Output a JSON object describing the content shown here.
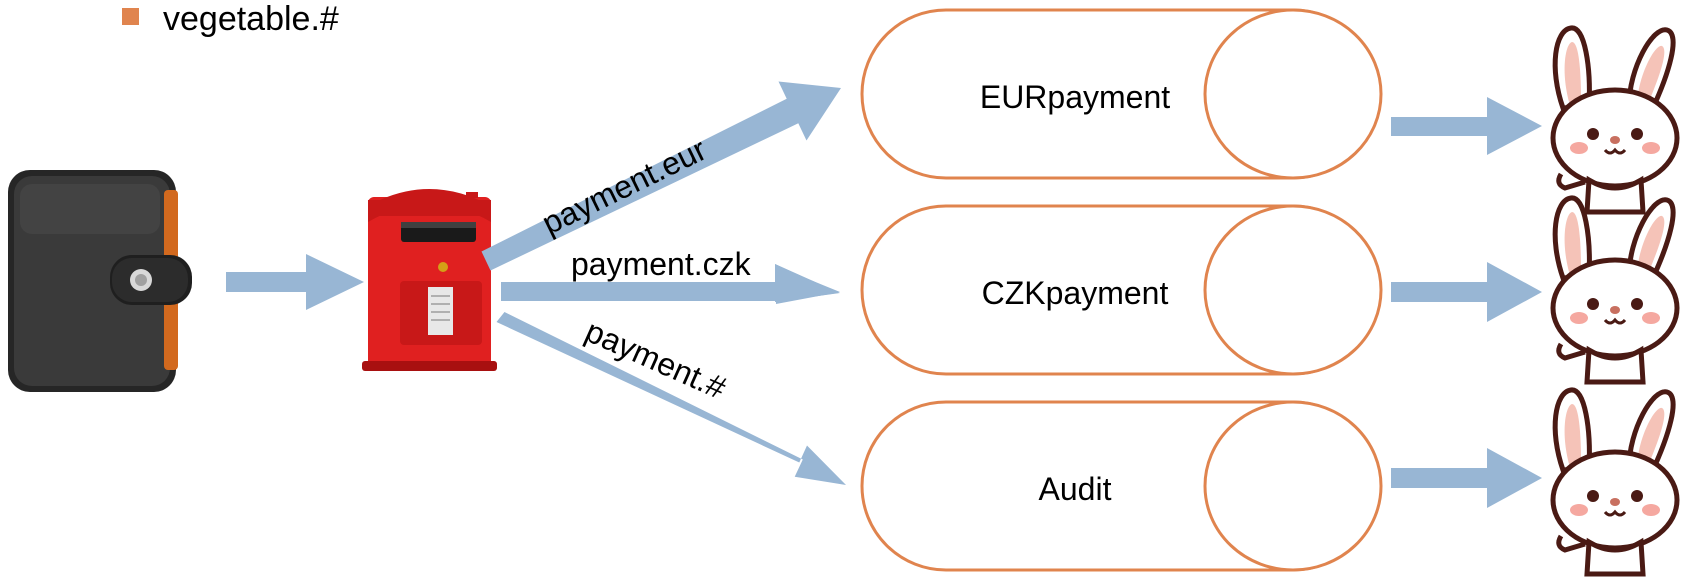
{
  "bullet": {
    "text": "vegetable.#",
    "color": "#E0844E"
  },
  "producer": {
    "icon": "wallet-icon"
  },
  "exchange": {
    "icon": "mailbox-icon"
  },
  "bindings": [
    {
      "routing_key": "payment.eur"
    },
    {
      "routing_key": "payment.czk"
    },
    {
      "routing_key": "payment.#"
    }
  ],
  "queues": [
    {
      "name": "EURpayment"
    },
    {
      "name": "CZKpayment"
    },
    {
      "name": "Audit"
    }
  ],
  "consumers": [
    {
      "icon": "rabbit-icon"
    },
    {
      "icon": "rabbit-icon"
    },
    {
      "icon": "rabbit-icon"
    }
  ],
  "colors": {
    "arrow": "#98B6D4",
    "queue_border": "#E0844E",
    "mailbox_red": "#E02020",
    "wallet": "#2E2E2E"
  }
}
